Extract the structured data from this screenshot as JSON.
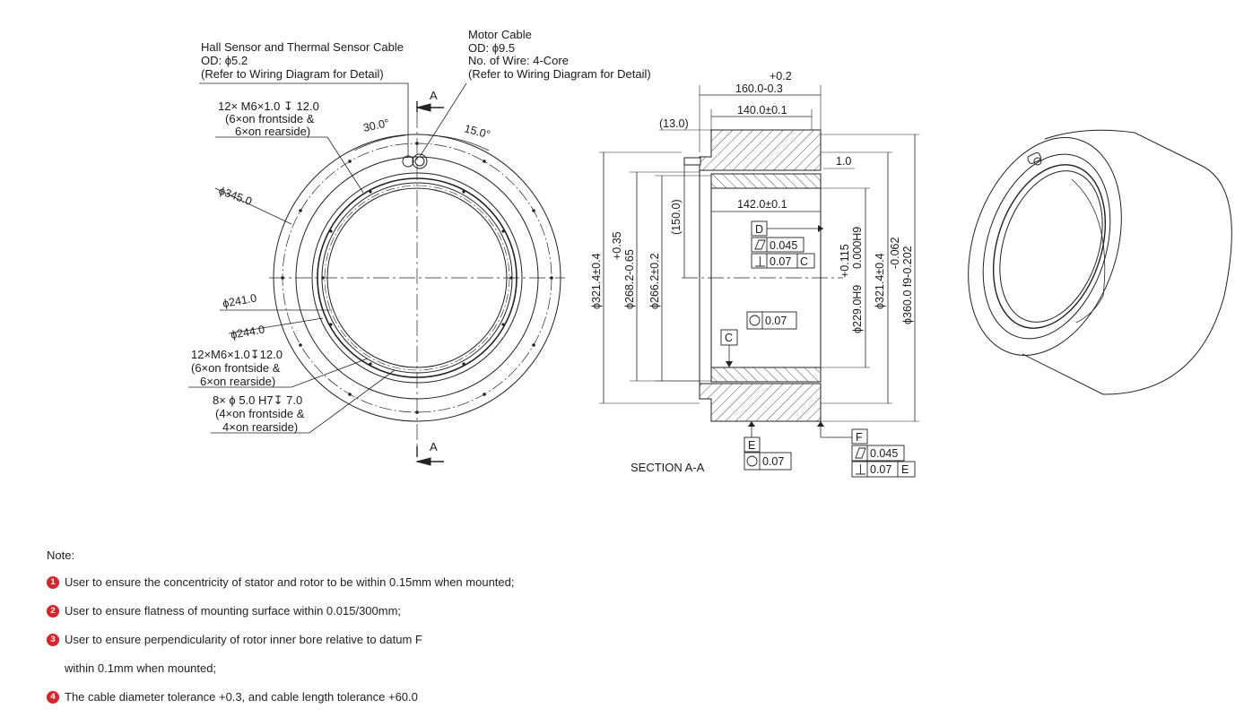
{
  "callouts": {
    "hall_cable": [
      "Hall Sensor and Thermal Sensor Cable",
      "OD: ϕ5.2",
      "(Refer to Wiring Diagram for Detail)"
    ],
    "motor_cable": [
      "Motor Cable",
      "OD: ϕ9.5",
      "No. of Wire: 4-Core",
      "(Refer to Wiring Diagram for Detail)"
    ],
    "threads_top": [
      "12× M6×1.0 ↧ 12.0",
      "(6×on frontside &",
      "6×on rearside)"
    ],
    "threads_bottom": [
      "12×M6×1.0↧12.0",
      "(6×on frontside &",
      "6×on rearside)"
    ],
    "pins": [
      "8× ϕ 5.0 H7↧ 7.0",
      "(4×on frontside &",
      "4×on rearside)"
    ]
  },
  "front_view": {
    "angle1": "30.0°",
    "angle2": "15.0°",
    "dia_outer": "ϕ345.0",
    "dia_241": "ϕ241.0",
    "dia_244": "ϕ244.0",
    "section_mark": "A"
  },
  "section": {
    "title": "SECTION A-A",
    "dim_total_width_tol": "+0.2",
    "dim_total_width": "160.0-0.3",
    "dim_140": "140.0±0.1",
    "dim_13": "(13.0)",
    "dim_1": "1.0",
    "dim_142": "142.0±0.1",
    "dim_150": "(150.0)",
    "dim_321_left": "ϕ321.4±0.4",
    "dim_268_tol": "+0.35",
    "dim_268": "ϕ268.2-0.65",
    "dim_266": "ϕ266.2±0.2",
    "dim_229_tol": "+0.115",
    "dim_229_tol2": "0.000H9",
    "dim_229": "ϕ229.0H9",
    "dim_321_right": "ϕ321.4±0.4",
    "dim_360_tol": "-0.062",
    "dim_360": "ϕ360.0 f9-0.202",
    "datum_d": "D",
    "datum_c": "C",
    "datum_e": "E",
    "datum_f": "F",
    "fcf_flat_1": "0.045",
    "fcf_perp_1": "0.07",
    "fcf_perp_1_ref": "C",
    "fcf_conc_1": "0.07",
    "fcf_conc_2": "0.07",
    "fcf_flat_2": "0.045",
    "fcf_perp_2": "0.07",
    "fcf_perp_2_ref": "E"
  },
  "notes": {
    "title": "Note:",
    "items": [
      {
        "num": "1",
        "text": "User to ensure the concentricity of stator and rotor to be within 0.15mm when mounted;"
      },
      {
        "num": "2",
        "text": "User to ensure flatness of mounting surface within 0.015/300mm;"
      },
      {
        "num": "3",
        "text": "User to ensure perpendicularity of rotor inner bore relative to datum F"
      },
      {
        "num": "",
        "text": "within 0.1mm when mounted;"
      },
      {
        "num": "4",
        "text": "The cable diameter tolerance +0.3, and cable length tolerance +60.0"
      }
    ]
  }
}
